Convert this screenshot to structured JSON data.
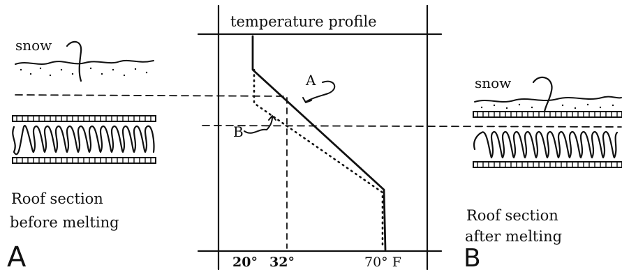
{
  "diagram": {
    "title": "temperature profile",
    "left_section": {
      "snow_label": "snow",
      "caption_line1": "Roof section",
      "caption_line2": "before melting",
      "letter": "A"
    },
    "right_section": {
      "snow_label": "snow",
      "caption_line1": "Roof section",
      "caption_line2": "after melting",
      "letter": "B"
    },
    "profile_labels": {
      "a": "A",
      "b": "B"
    },
    "axis_ticks": [
      "20°",
      "32°",
      "70° F"
    ]
  }
}
